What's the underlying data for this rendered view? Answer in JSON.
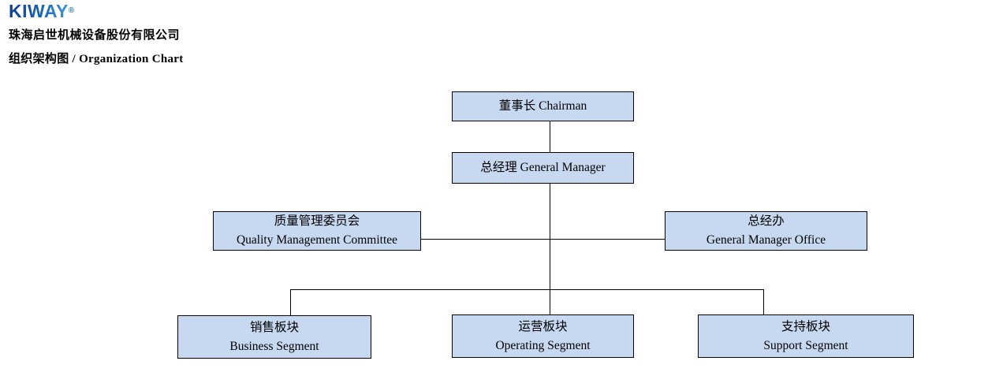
{
  "header": {
    "logo": {
      "text": "KIWAY",
      "registered_mark": "®",
      "color_start": "#0b3f93",
      "color_end": "#4596d6"
    },
    "company_name": "珠海启世机械设备股份有限公司",
    "title": "组织架构图 / Organization Chart"
  },
  "org_chart": {
    "box_fill": "#c6d9f1",
    "box_border": "#000000",
    "line_color": "#000000",
    "nodes": [
      {
        "id": "chairman",
        "lines": [
          "董事长 Chairman"
        ]
      },
      {
        "id": "general-manager",
        "lines": [
          "总经理 General Manager"
        ]
      },
      {
        "id": "quality-management-committee",
        "lines": [
          "质量管理委员会",
          "Quality Management Committee"
        ]
      },
      {
        "id": "general-manager-office",
        "lines": [
          "总经办",
          "General Manager Office"
        ]
      },
      {
        "id": "business-segment",
        "lines": [
          "销售板块",
          "Business Segment"
        ]
      },
      {
        "id": "operating-segment",
        "lines": [
          "运营板块",
          "Operating Segment"
        ]
      },
      {
        "id": "support-segment",
        "lines": [
          "支持板块",
          "Support Segment"
        ]
      }
    ]
  }
}
